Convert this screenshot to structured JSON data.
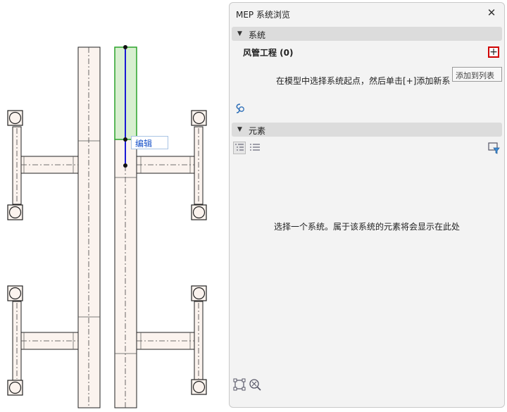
{
  "panel": {
    "title": "MEP 系统浏览",
    "close_icon": "close-icon",
    "systems_header": "系统",
    "system_name": "风管工程 (0)",
    "add_button": "+",
    "add_tooltip": "添加到列表",
    "systems_hint": "在模型中选择系统起点，然后单击[+]添加新系统",
    "elements_header": "元素",
    "elements_hint": "选择一个系统。属于该系统的元素将会显示在此处"
  },
  "canvas": {
    "edit_label": "编辑",
    "colors": {
      "pipe_fill": "#fbf3ee",
      "selected_fill": "#d8efd0",
      "selected_stroke": "#2aa32a",
      "path_line": "#1a1ad6"
    }
  }
}
